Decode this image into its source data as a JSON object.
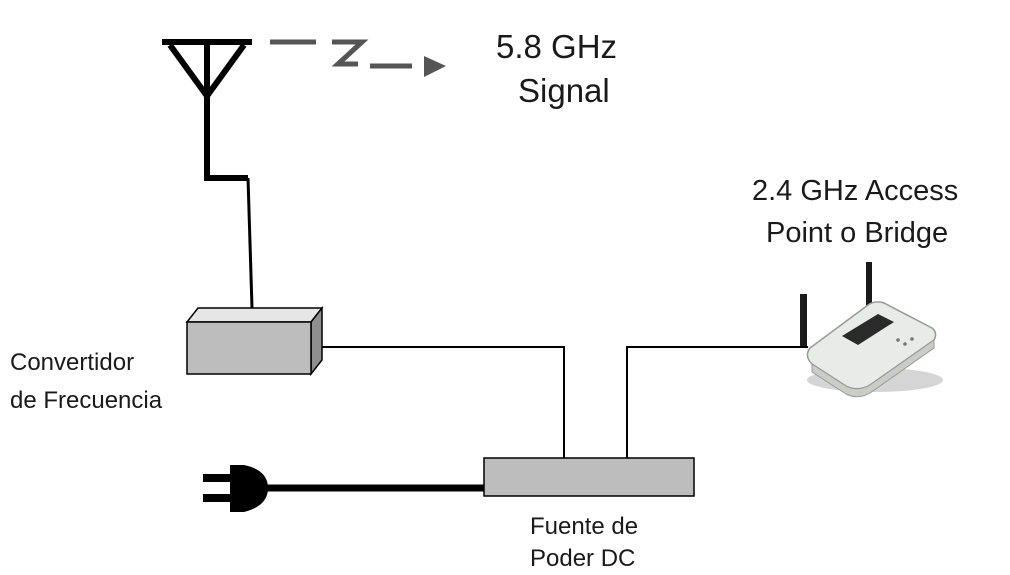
{
  "signal_label": {
    "line1": "5.8 GHz",
    "line2": "Signal"
  },
  "access_point_label": {
    "line1": "2.4 GHz Access",
    "line2": "Point o Bridge"
  },
  "converter_label": {
    "line1": "Convertidor",
    "line2": "de Frecuencia"
  },
  "power_supply_label": {
    "line1": "Fuente de",
    "line2": "Poder DC"
  },
  "colors": {
    "box_fill": "#bdbdbd",
    "box_top": "#e6e6e6",
    "box_side": "#8f8f8f",
    "arrow": "#555555",
    "router_body": "#e9ebe8"
  }
}
